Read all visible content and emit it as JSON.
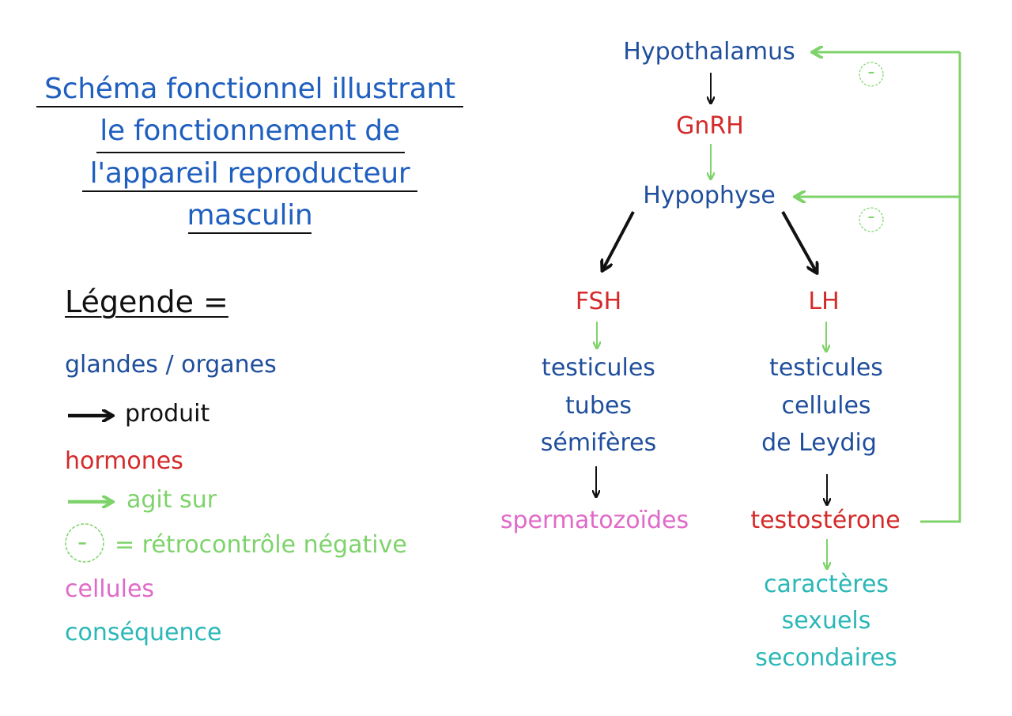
{
  "title": {
    "lines": [
      "Schéma fonctionnel illustrant",
      "le fonctionnement de",
      "l'appareil reproducteur",
      "masculin"
    ]
  },
  "legend": {
    "heading": "Légende =",
    "glands": "glandes / organes",
    "produces": "produit",
    "hormones": "hormones",
    "acts_on": "agit sur",
    "neg_symbol": "-",
    "negative_feedback": "= rétrocontrôle négative",
    "cells": "cellules",
    "consequence": "conséquence"
  },
  "diagram": {
    "hypothalamus": "Hypothalamus",
    "gnrh": "GnRH",
    "hypophyse": "Hypophyse",
    "fsh": "FSH",
    "lh": "LH",
    "fsh_target": [
      "testicules",
      "tubes",
      "sémifères"
    ],
    "lh_target": [
      "testicules",
      "cellules",
      "de Leydig"
    ],
    "spermatozoides": "spermatozoïdes",
    "testosterone": "testostérone",
    "effects": [
      "caractères",
      "sexuels",
      "secondaires"
    ],
    "feedback_symbol_1": "-",
    "feedback_symbol_2": "-"
  },
  "colors": {
    "glands": "#1f4e9c",
    "hormones": "#d42a2a",
    "acts_on": "#7ed36b",
    "cells": "#e06ac8",
    "consequence": "#2bb7b7",
    "produces": "#111111",
    "title": "#1f5fbf"
  }
}
